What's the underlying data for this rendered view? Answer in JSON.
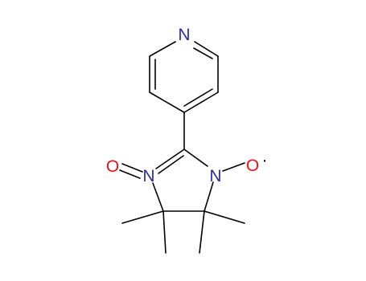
{
  "colors": {
    "background": "#ffffff",
    "bond": "#000000",
    "nitrogen": "#30308f",
    "oxygen": "#e0141c"
  },
  "atoms": {
    "pyridine_n": {
      "label": "N"
    },
    "ring_n_left": {
      "label": "N"
    },
    "ring_n_right": {
      "label": "N"
    },
    "oxide_o": {
      "label": "O"
    },
    "radical_o": {
      "label": "O",
      "radical": "·"
    }
  }
}
